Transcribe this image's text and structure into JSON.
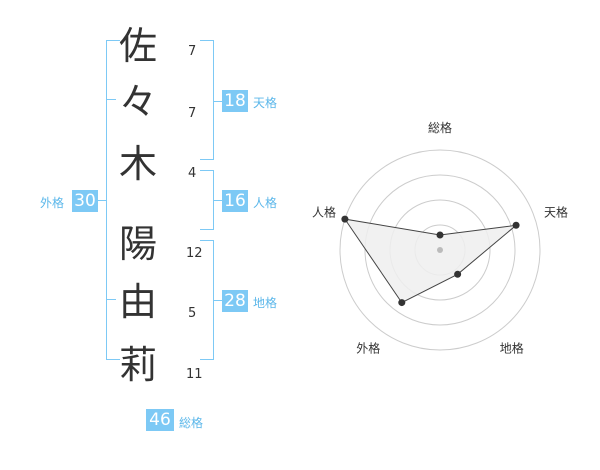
{
  "characters": [
    {
      "char": "佐",
      "strokes": "7"
    },
    {
      "char": "々",
      "strokes": "7"
    },
    {
      "char": "木",
      "strokes": "4"
    },
    {
      "char": "陽",
      "strokes": "12"
    },
    {
      "char": "由",
      "strokes": "5"
    },
    {
      "char": "莉",
      "strokes": "11"
    }
  ],
  "fortunes": {
    "tenkaku": {
      "label": "天格",
      "value": "18"
    },
    "jinkaku": {
      "label": "人格",
      "value": "16"
    },
    "chikaku": {
      "label": "地格",
      "value": "28"
    },
    "gaikaku": {
      "label": "外格",
      "value": "30"
    },
    "soukaku": {
      "label": "総格",
      "value": "46"
    }
  },
  "colors": {
    "accent": "#7dc9f5",
    "accent_text": "#5bb7ea",
    "text": "#333333",
    "grid": "#cccccc",
    "polygon_fill": "#eeeeee"
  },
  "chart_data": {
    "type": "radar",
    "axes": [
      "総格",
      "天格",
      "地格",
      "外格",
      "人格"
    ],
    "values": [
      0.15,
      0.8,
      0.3,
      0.65,
      1.0
    ],
    "rings": 4,
    "grid": true
  }
}
